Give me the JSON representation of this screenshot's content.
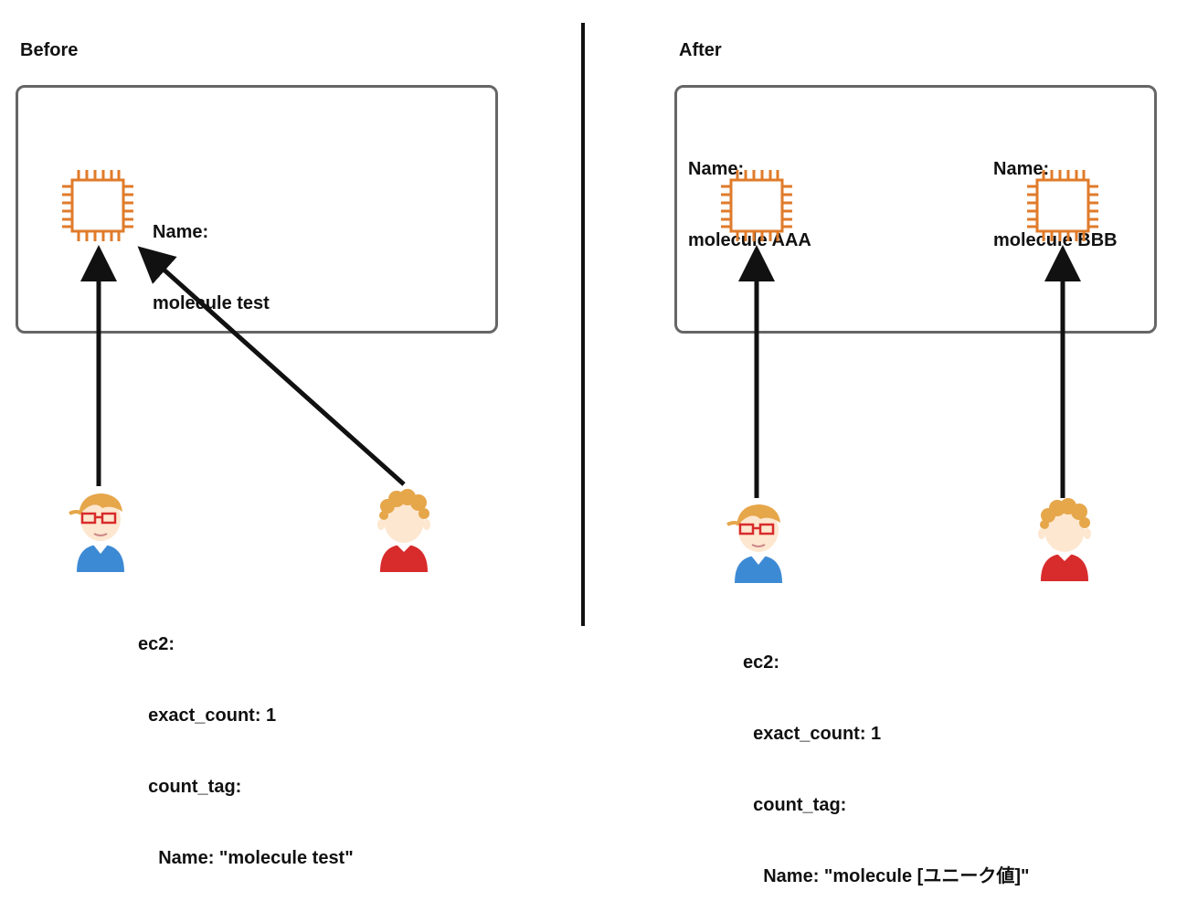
{
  "before": {
    "title": "Before",
    "instance": {
      "name_label": "Name:",
      "name_value": "molecule test"
    },
    "code": [
      "ec2:",
      "  exact_count: 1",
      "  count_tag:",
      "    Name: \"molecule test\""
    ]
  },
  "after": {
    "title": "After",
    "instances": [
      {
        "name_label": "Name:",
        "name_value": "molecule AAA"
      },
      {
        "name_label": "Name:",
        "name_value": "molecule BBB"
      }
    ],
    "code": [
      "ec2:",
      "  exact_count: 1",
      "  count_tag:",
      "    Name: \"molecule [ユニーク値]\""
    ]
  },
  "colors": {
    "chip": "#e07b2a",
    "box_border": "#666666",
    "arrow": "#111111",
    "user1_shirt": "#3d8ad4",
    "user2_shirt": "#d82b2b",
    "hair": "#e6a64a"
  },
  "icons": {
    "instance": "ec2-chip-icon",
    "user1": "user-with-glasses-icon",
    "user2": "user-red-shirt-icon"
  }
}
